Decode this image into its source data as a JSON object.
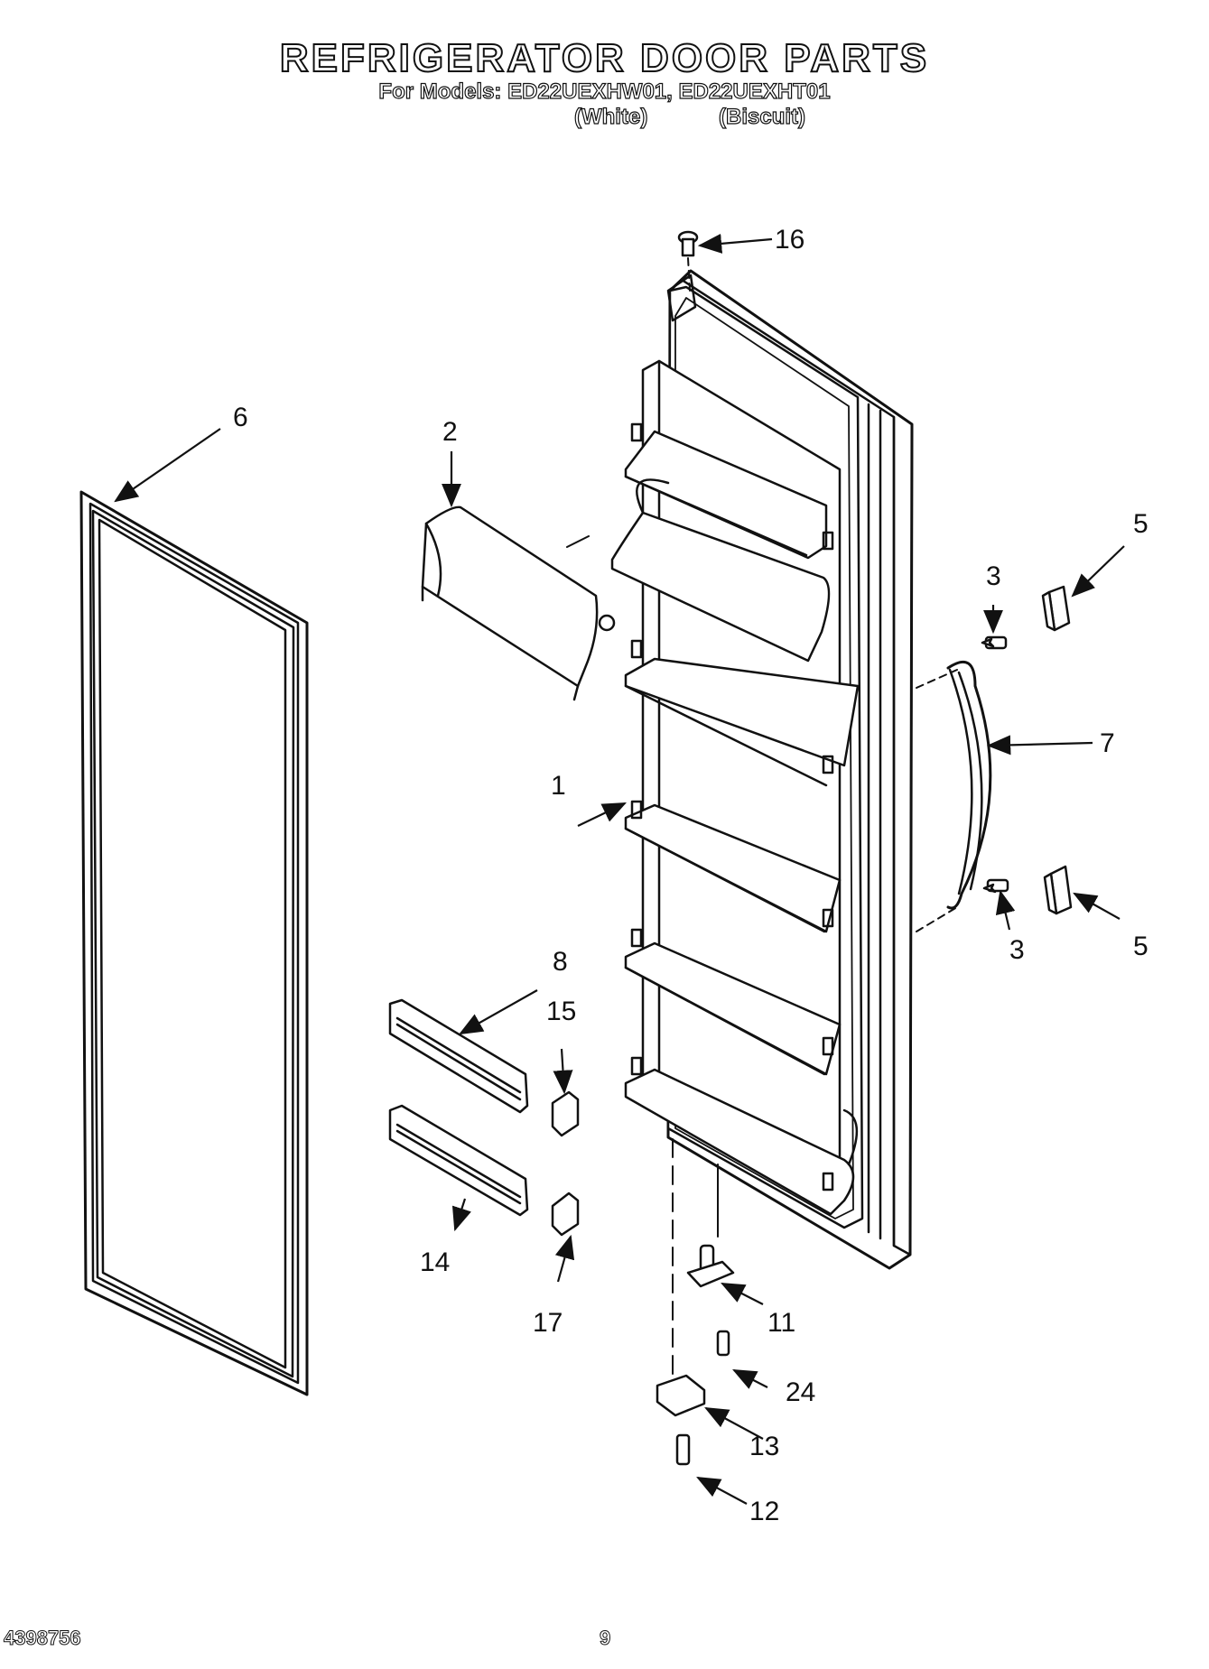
{
  "header": {
    "title": "REFRIGERATOR DOOR PARTS",
    "models_line": "For Models: ED22UEXHW01, ED22UEXHT01",
    "variant_white": "(White)",
    "variant_biscuit": "(Biscuit)"
  },
  "callouts": {
    "c1": "1",
    "c2": "2",
    "c3a": "3",
    "c3b": "3",
    "c5a": "5",
    "c5b": "5",
    "c6": "6",
    "c7": "7",
    "c8": "8",
    "c11": "11",
    "c12": "12",
    "c13": "13",
    "c14": "14",
    "c15": "15",
    "c16": "16",
    "c17": "17",
    "c24": "24"
  },
  "footer": {
    "doc_number": "4398756",
    "page_number": "9"
  }
}
